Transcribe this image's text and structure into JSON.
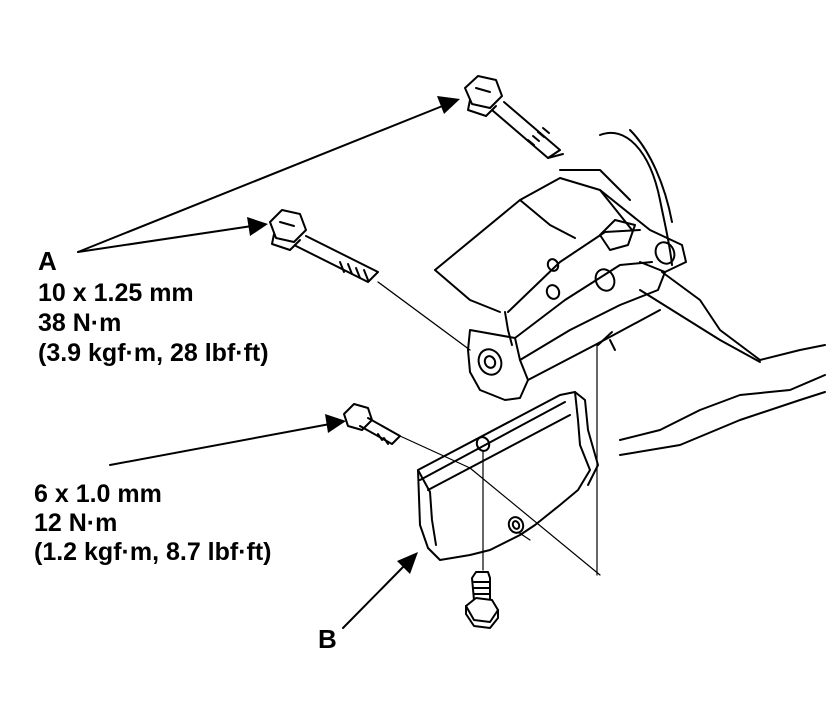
{
  "callout_a": {
    "letter": "A",
    "size": "10 x 1.25 mm",
    "torque": "38 N·m",
    "torque_alt": "(3.9 kgf·m, 28 lbf·ft)"
  },
  "callout_small": {
    "size": "6 x 1.0 mm",
    "torque": "12 N·m",
    "torque_alt": "(1.2 kgf·m, 8.7 lbf·ft)"
  },
  "callout_b": {
    "letter": "B"
  },
  "colors": {
    "ink": "#000000",
    "paper": "#ffffff"
  }
}
